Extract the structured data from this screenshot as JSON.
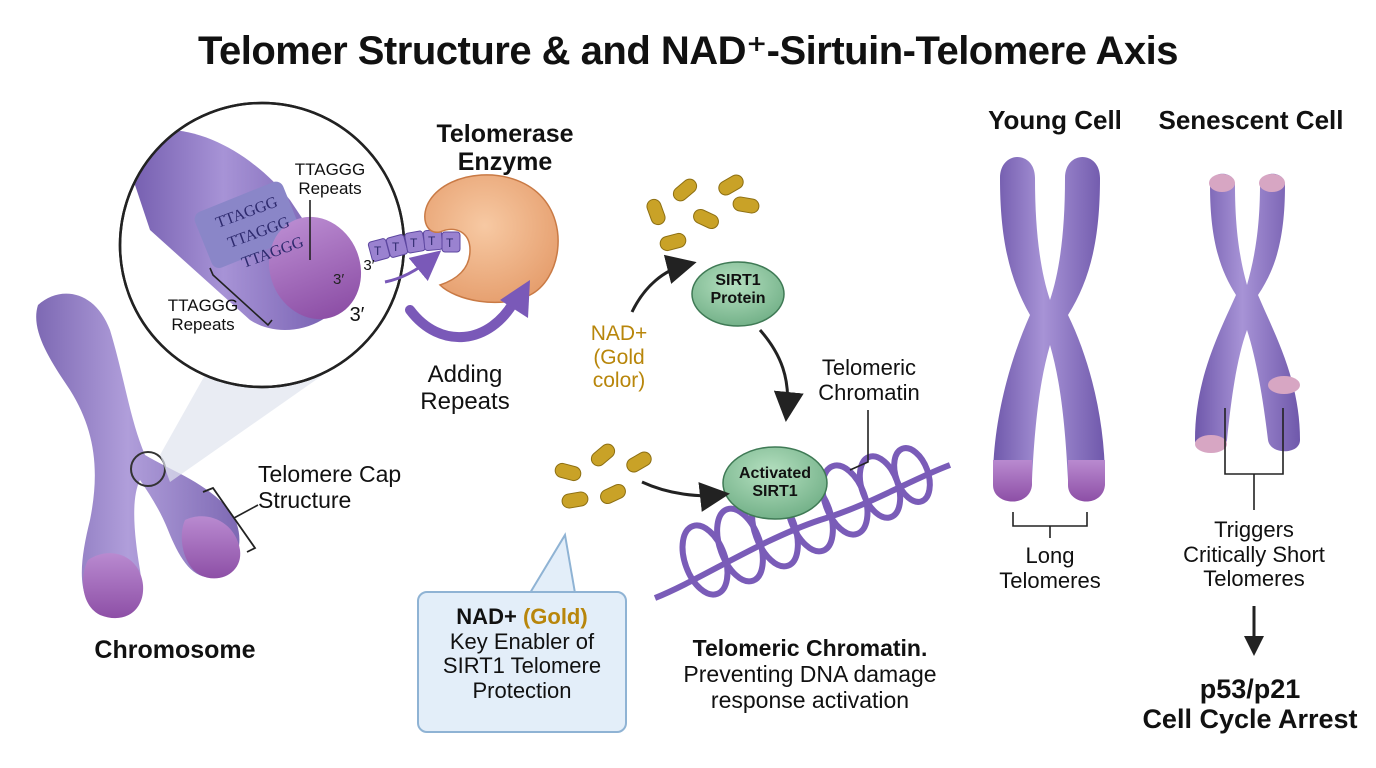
{
  "title": "Telomer Structure & and NAD⁺-Sirtuin-Telomere Axis",
  "colors": {
    "chromosome": "#8e78c4",
    "chromosome_dark": "#6f58ab",
    "telomere_cap": "#a46bb8",
    "telomere_short": "#d7a6c3",
    "telomerase": "#f2b487",
    "nad_gold": "#c9a227",
    "sirt1_green": "#8cc8a0",
    "chromatin": "#8e6fc4",
    "callout_bg": "#e3eef9",
    "callout_border": "#8fb3d4",
    "gold_text": "#b8860b"
  },
  "labels": {
    "ttaggg_top_line1": "TTAGGG",
    "ttaggg_top_line2": "Repeats",
    "ttaggg_bottom_line1": "TTAGGG",
    "ttaggg_bottom_line2": "Repeats",
    "prime_3_a": "3′",
    "prime_3_b": "3′",
    "prime_3_c": "3′",
    "repeat_band_text": "TTAGGG",
    "nucleotide": "T",
    "telomerase_line1": "Telomerase",
    "telomerase_line2": "Enzyme",
    "adding_line1": "Adding",
    "adding_line2": "Repeats",
    "telomere_cap_line1": "Telomere Cap",
    "telomere_cap_line2": "Structure",
    "chromosome": "Chromosome",
    "nad_line1": "NAD+",
    "nad_line2": "(Gold",
    "nad_line3": "color)",
    "sirt1_line1": "SIRT1",
    "sirt1_line2": "Protein",
    "activated_line1": "Activated",
    "activated_line2": "SIRT1",
    "telomeric_chromatin_line1": "Telomeric",
    "telomeric_chromatin_line2": "Chromatin",
    "callout_nad": "NAD+",
    "callout_gold": "(Gold)",
    "callout_line2": "Key Enabler of",
    "callout_line3": "SIRT1 Telomere",
    "callout_line4": "Protection",
    "chromatin_title": "Telomeric Chromatin.",
    "chromatin_sub1": "Preventing DNA damage",
    "chromatin_sub2": "response activation",
    "young_cell": "Young Cell",
    "senescent_cell": "Senescent Cell",
    "long_line1": "Long",
    "long_line2": "Telomeres",
    "triggers_line1": "Triggers",
    "triggers_line2": "Critically Short",
    "triggers_line3": "Telomeres",
    "arrest_line1": "p53/p21",
    "arrest_line2": "Cell Cycle Arrest"
  }
}
